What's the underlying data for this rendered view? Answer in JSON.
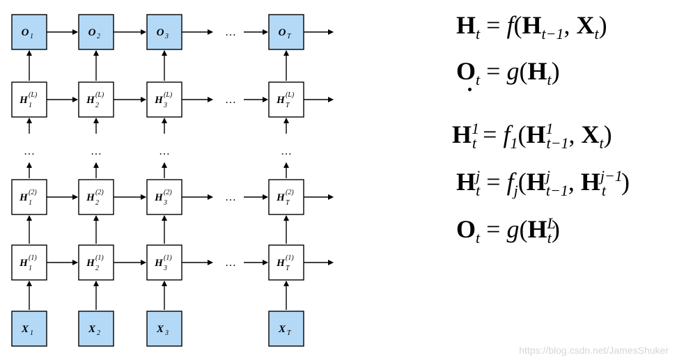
{
  "diagram": {
    "columns": [
      {
        "id": "c1",
        "output": {
          "main": "O",
          "sub": "1"
        },
        "input": {
          "main": "X",
          "sub": "1"
        },
        "hidden_top": {
          "main": "H",
          "sub": "1",
          "sup": "(L)"
        },
        "hidden_2": {
          "main": "H",
          "sub": "1",
          "sup": "(2)"
        },
        "hidden_1": {
          "main": "H",
          "sub": "1",
          "sup": "(1)"
        }
      },
      {
        "id": "c2",
        "output": {
          "main": "O",
          "sub": "2"
        },
        "input": {
          "main": "X",
          "sub": "2"
        },
        "hidden_top": {
          "main": "H",
          "sub": "2",
          "sup": "(L)"
        },
        "hidden_2": {
          "main": "H",
          "sub": "2",
          "sup": "(2)"
        },
        "hidden_1": {
          "main": "H",
          "sub": "2",
          "sup": "(1)"
        }
      },
      {
        "id": "c3",
        "output": {
          "main": "O",
          "sub": "3"
        },
        "input": {
          "main": "X",
          "sub": "3"
        },
        "hidden_top": {
          "main": "H",
          "sub": "3",
          "sup": "(L)"
        },
        "hidden_2": {
          "main": "H",
          "sub": "3",
          "sup": "(2)"
        },
        "hidden_1": {
          "main": "H",
          "sub": "3",
          "sup": "(1)"
        }
      },
      {
        "id": "cT",
        "output": {
          "main": "O",
          "sub": "T"
        },
        "input": {
          "main": "X",
          "sub": "T"
        },
        "hidden_top": {
          "main": "H",
          "sub": "T",
          "sup": "(L)"
        },
        "hidden_2": {
          "main": "H",
          "sub": "T",
          "sup": "(2)"
        },
        "hidden_1": {
          "main": "H",
          "sub": "T",
          "sup": "(1)"
        }
      }
    ],
    "ellipsis": "…",
    "colors": {
      "io_fill": "#b3d9f7",
      "hidden_fill": "#ffffff",
      "stroke": "#000000"
    }
  },
  "equations": {
    "eq1": {
      "H": "H",
      "t": "t",
      "eqf": "= ",
      "f": "f",
      "open": "(",
      "H2": "H",
      "tm1": "t−1",
      "comma": ", ",
      "X": "X",
      "t2": "t",
      "close": ")"
    },
    "eq2": {
      "O": "O",
      "t": "t",
      "eqg": "= ",
      "g": "g",
      "open": "(",
      "H": "H",
      "t2": "t",
      "close": ")"
    },
    "eq3": {
      "H": "H",
      "sup": "1",
      "t": "t",
      "eqf": "= ",
      "f": "f",
      "fsub": "1",
      "open": "(",
      "H2": "H",
      "sup2": "1",
      "tm1": "t−1",
      "comma": ", ",
      "X": "X",
      "t2": "t",
      "close": ")"
    },
    "eq4": {
      "H": "H",
      "sup": "j",
      "t": "t",
      "eqf": "= ",
      "f": "f",
      "fsub": "j",
      "open": "(",
      "H2": "H",
      "sup2": "j",
      "tm1": "t−1",
      "comma": ", ",
      "H3": "H",
      "sup3": "j−1",
      "t3": "t",
      "close": ")"
    },
    "eq5": {
      "O": "O",
      "t": "t",
      "eqg": "= ",
      "g": "g",
      "open": "(",
      "H": "H",
      "sup": "L",
      "t2": "t",
      "close": ")"
    }
  },
  "watermark": "https://blog.csdn.net/JamesShuker"
}
